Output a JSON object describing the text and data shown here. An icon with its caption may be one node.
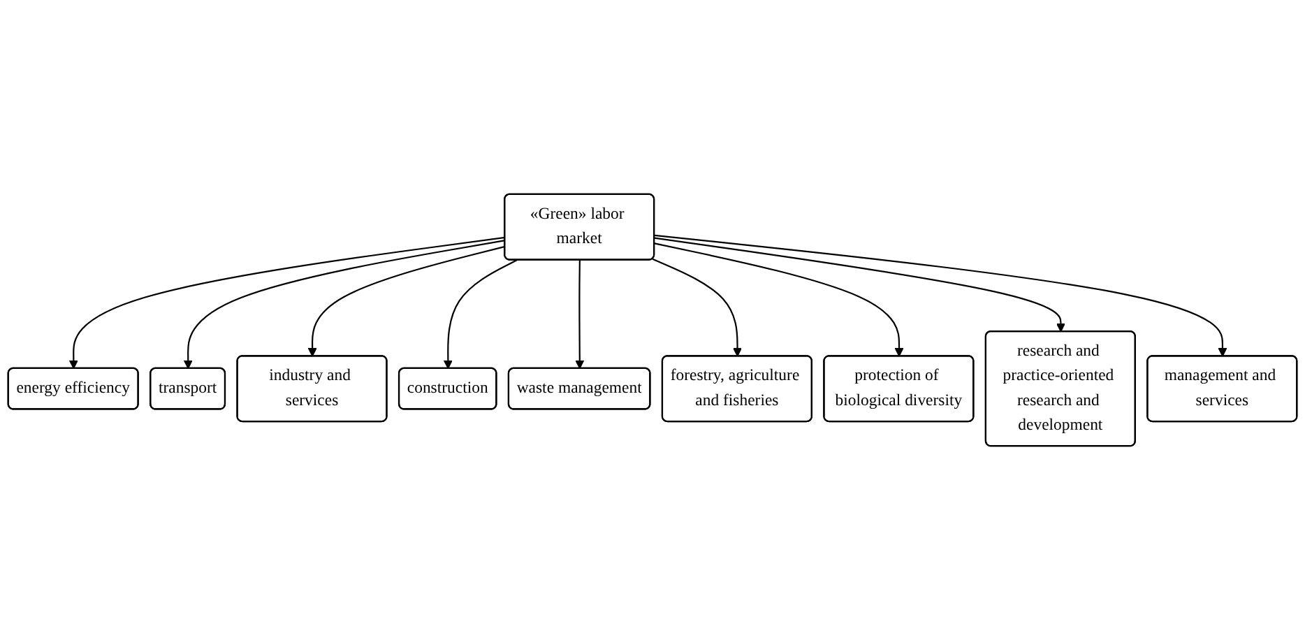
{
  "diagram": {
    "nodes": [
      {
        "text": [
          "«Green» labor market"
        ]
      },
      {
        "text": [
          "energy efficiency"
        ]
      },
      {
        "text": [
          "transport"
        ]
      },
      {
        "text": [
          "industry and services"
        ]
      },
      {
        "text": [
          "construction"
        ]
      },
      {
        "text": [
          "waste management"
        ]
      },
      {
        "text": [
          "forestry, agriculture and fisheries"
        ]
      },
      {
        "text": [
          "protection of biological diversity"
        ]
      },
      {
        "text": [
          "research and practice-oriented research and development"
        ]
      },
      {
        "text": [
          "management and services"
        ]
      }
    ],
    "edges": [
      {
        "from": 0,
        "to": 1,
        "arrow": "to"
      },
      {
        "from": 0,
        "to": 2,
        "arrow": "to"
      },
      {
        "from": 0,
        "to": 3,
        "arrow": "to"
      },
      {
        "from": 0,
        "to": 4,
        "arrow": "to"
      },
      {
        "from": 0,
        "to": 5,
        "arrow": "to"
      },
      {
        "from": 0,
        "to": 6,
        "arrow": "to"
      },
      {
        "from": 0,
        "to": 7,
        "arrow": "to"
      },
      {
        "from": 0,
        "to": 8,
        "arrow": "to"
      },
      {
        "from": 0,
        "to": 9,
        "arrow": "to"
      }
    ]
  }
}
